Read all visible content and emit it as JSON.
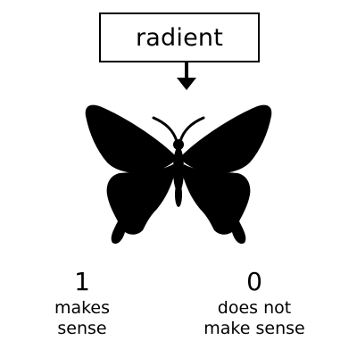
{
  "word_box": {
    "word": "radient"
  },
  "pointer": {
    "icon": "down-arrow-icon"
  },
  "image": {
    "icon": "butterfly-silhouette-icon",
    "color": "#000000"
  },
  "options": {
    "left": {
      "number": "1",
      "line1": "makes",
      "line2": "sense"
    },
    "right": {
      "number": "0",
      "line1": "does not",
      "line2": "make sense"
    }
  }
}
